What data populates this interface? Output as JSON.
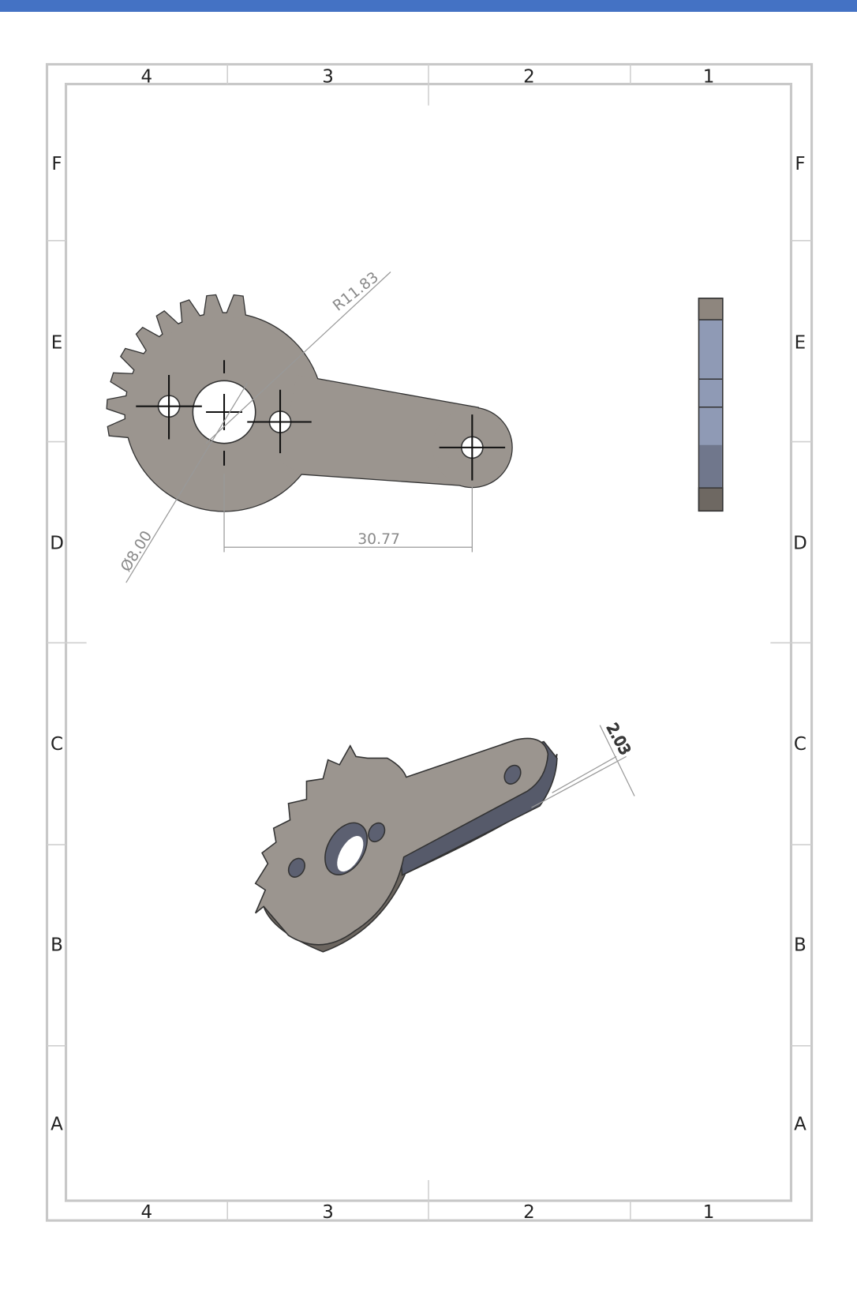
{
  "header": {
    "bar_color": "#4472c4"
  },
  "sheet": {
    "columns_top": [
      "4",
      "3",
      "2",
      "1"
    ],
    "columns_bottom": [
      "4",
      "3",
      "2",
      "1"
    ],
    "rows_left": [
      "F",
      "E",
      "D",
      "C",
      "B",
      "A"
    ],
    "rows_right": [
      "F",
      "E",
      "D",
      "C",
      "B",
      "A"
    ]
  },
  "drawing": {
    "part_color": "#9b958f",
    "dimensions": {
      "radius": "R11.83",
      "diameter": "Ø8.00",
      "center_distance": "30.77",
      "thickness": "2.03"
    }
  }
}
